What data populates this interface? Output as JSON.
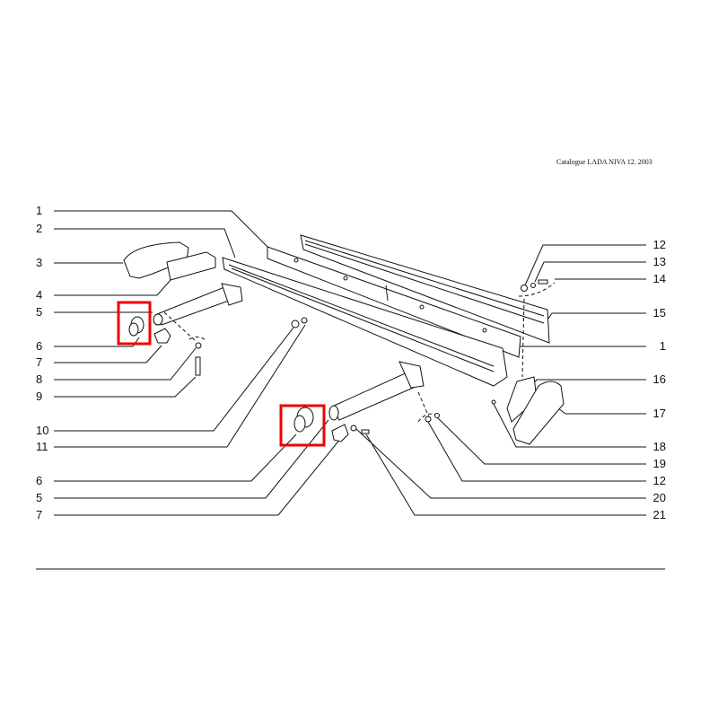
{
  "caption": "Catalogue LADA NIVA 12. 2003",
  "highlight_color": "#e00000",
  "labels_left": [
    "1",
    "2",
    "3",
    "4",
    "5",
    "6",
    "7",
    "8",
    "9",
    "10",
    "11",
    "6",
    "5",
    "7"
  ],
  "labels_right": [
    "12",
    "13",
    "14",
    "15",
    "1",
    "16",
    "17",
    "18",
    "19",
    "12",
    "20",
    "21"
  ]
}
